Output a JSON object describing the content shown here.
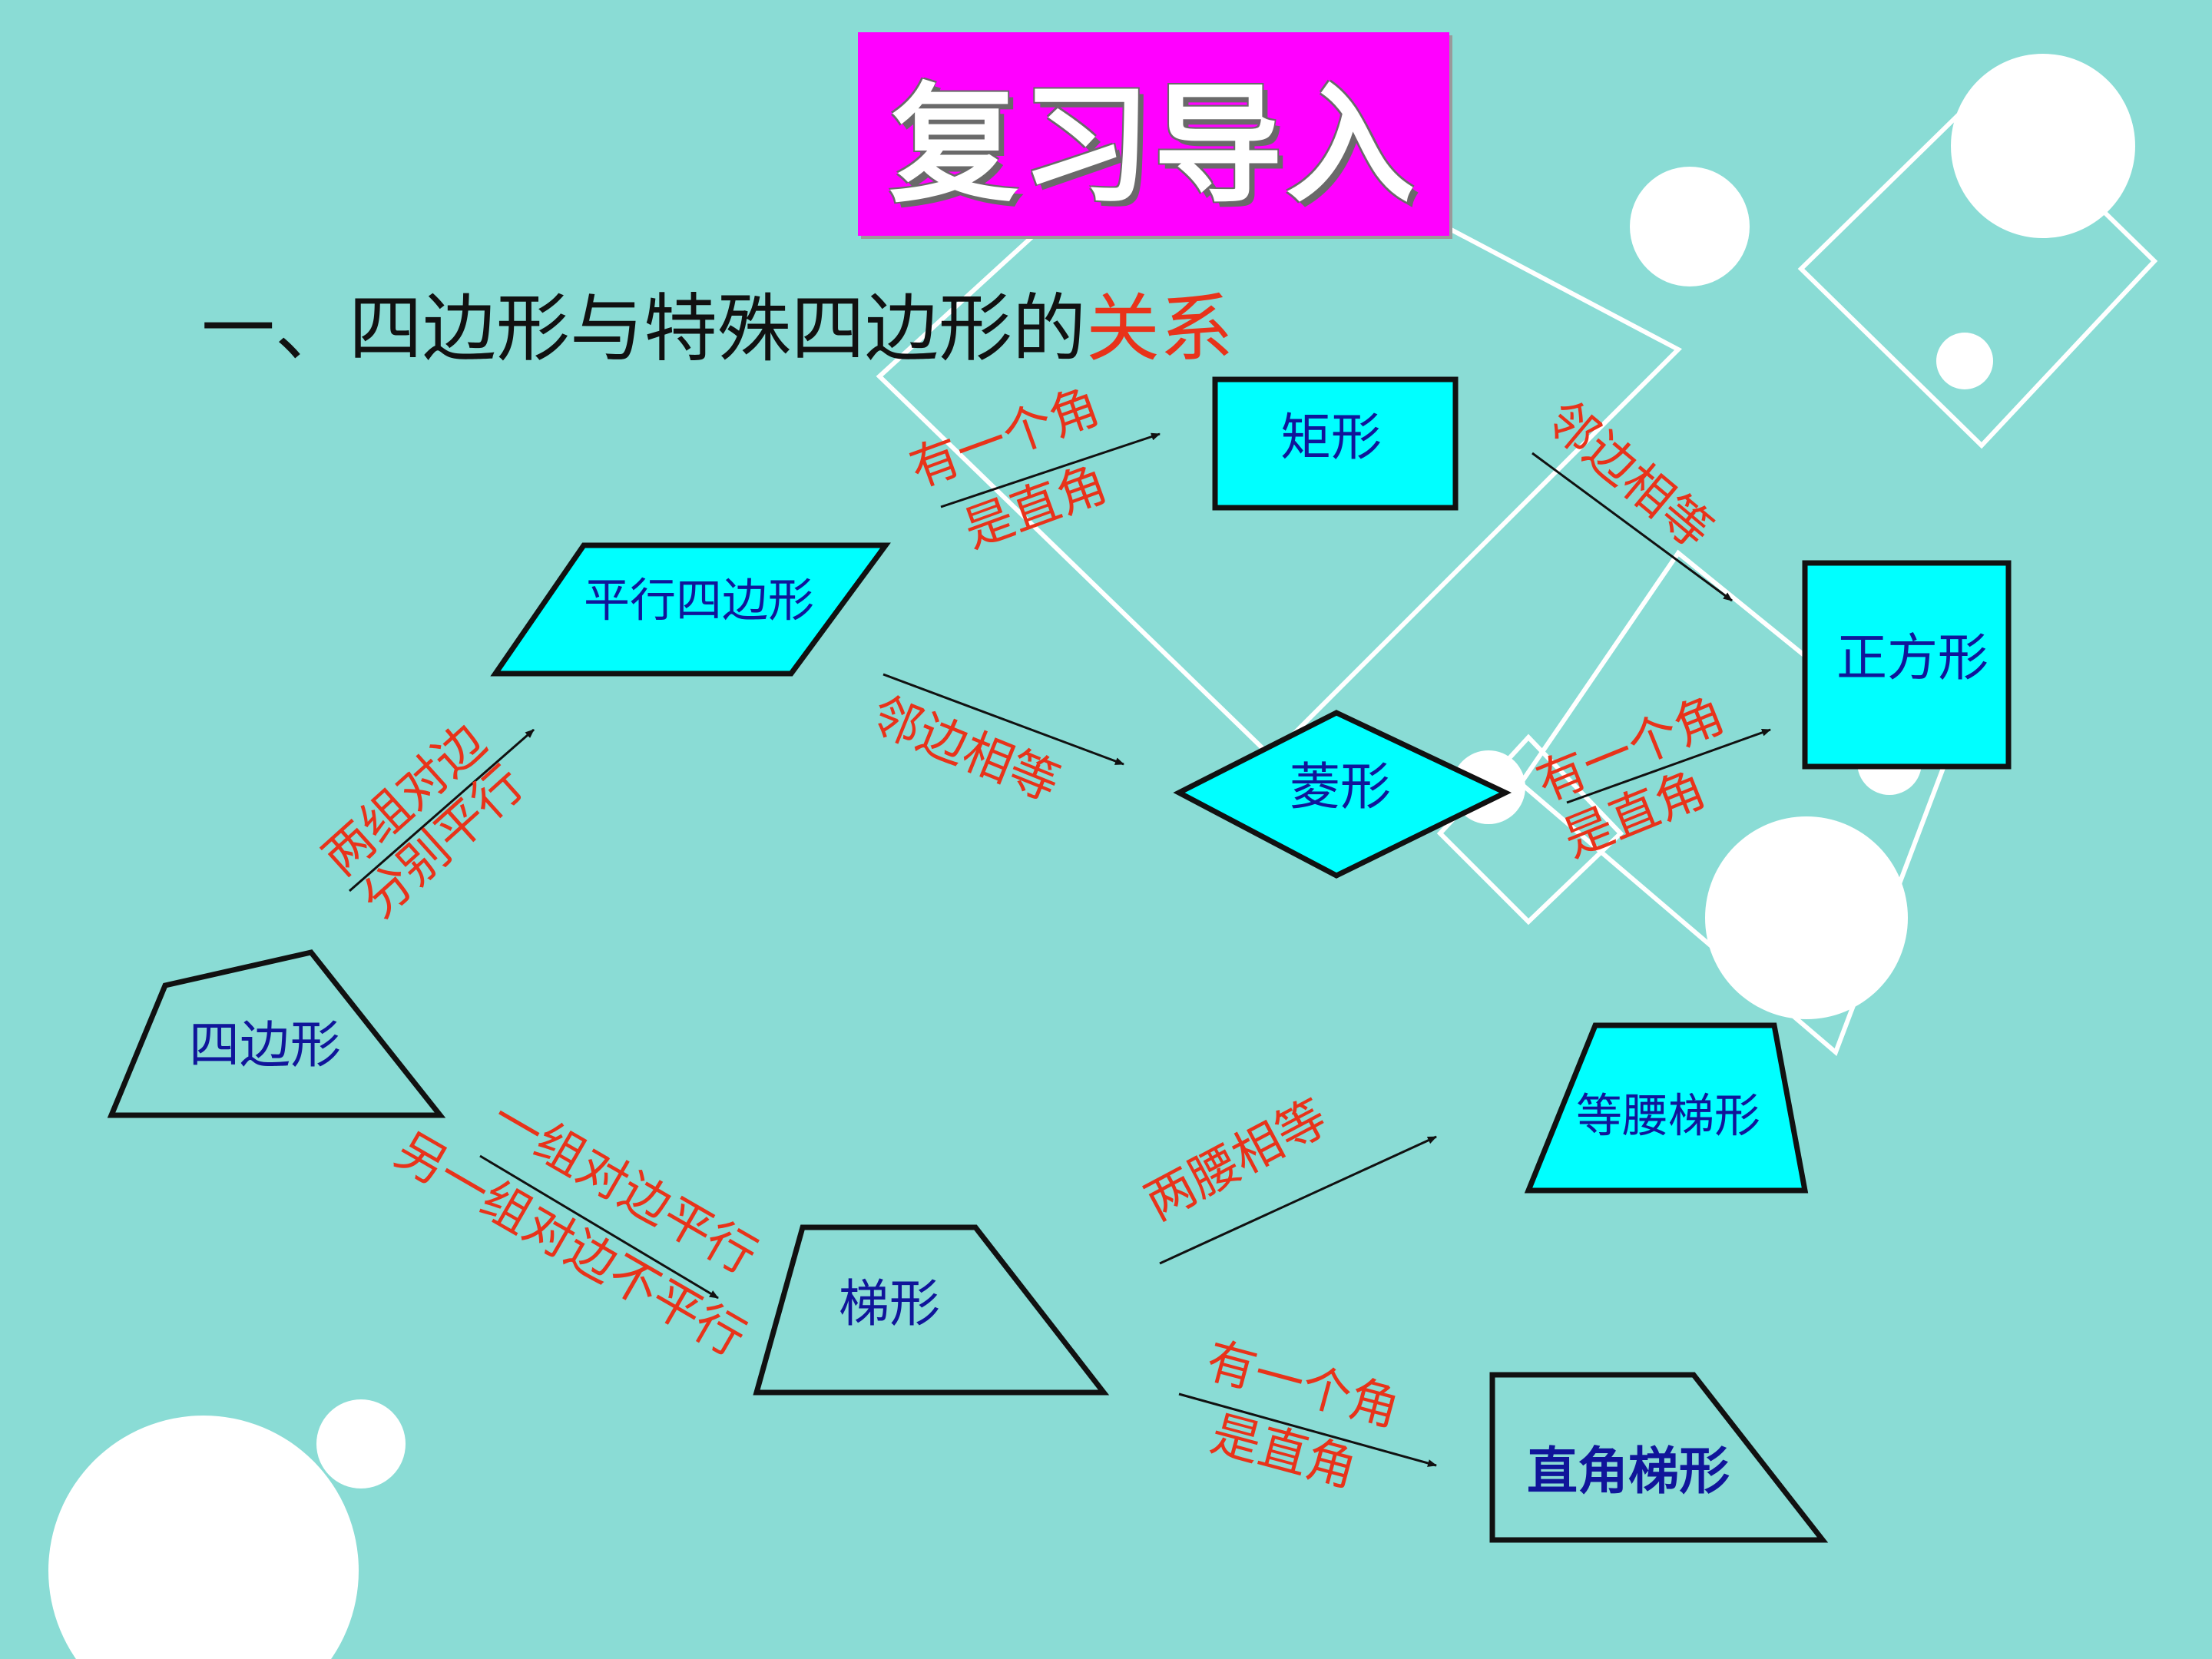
{
  "title": "复习导入",
  "heading": {
    "prefix": "一、四边形与特殊四边形的",
    "highlight": "关系"
  },
  "colors": {
    "background": "#8adcd5",
    "title_bg": "#ff00ff",
    "shape_fill": "#00ffff",
    "label_red": "#e8331a",
    "node_text": "#10159a",
    "outline": "#111111"
  },
  "nodes": {
    "quadrilateral": "四边形",
    "parallelogram": "平行四边形",
    "rectangle": "矩形",
    "rhombus": "菱形",
    "square": "正方形",
    "trapezoid": "梯形",
    "isosceles_trapezoid": "等腰梯形",
    "right_trapezoid": "直角梯形"
  },
  "edges": {
    "quad_to_parallelogram": [
      "两组对边",
      "分别平行"
    ],
    "quad_to_trapezoid": [
      "一组对边平行",
      "另一组对边不平行"
    ],
    "parallelogram_to_rectangle": [
      "有一个角",
      "是直角"
    ],
    "parallelogram_to_rhombus": [
      "邻边相等"
    ],
    "rectangle_to_square": [
      "邻边相等"
    ],
    "rhombus_to_square": [
      "有一个角",
      "是直角"
    ],
    "trapezoid_to_isosceles": [
      "两腰相等"
    ],
    "trapezoid_to_right": [
      "有一个角",
      "是直角"
    ]
  }
}
